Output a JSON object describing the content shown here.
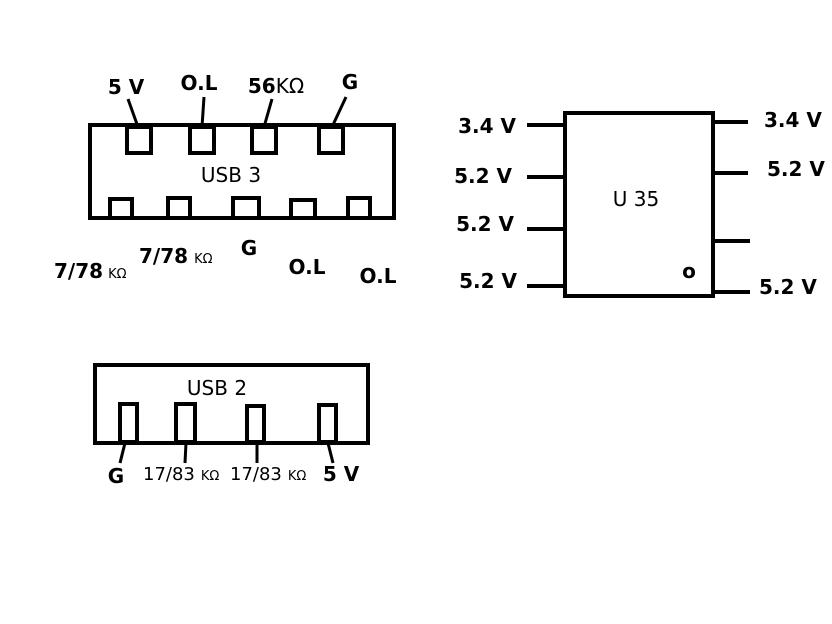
{
  "usb3": {
    "title": "USB 3",
    "top_pins": [
      {
        "value": "5 V",
        "unit": ""
      },
      {
        "value": "O.L",
        "unit": ""
      },
      {
        "value": "56",
        "unit": "KΩ"
      },
      {
        "value": "G",
        "unit": ""
      }
    ],
    "bottom_pins": [
      {
        "value": "7/78",
        "unit": "KΩ"
      },
      {
        "value": "7/78",
        "unit": "KΩ"
      },
      {
        "value": "G",
        "unit": ""
      },
      {
        "value": "O.L",
        "unit": ""
      },
      {
        "value": "O.L",
        "unit": ""
      }
    ]
  },
  "usb2": {
    "title": "USB 2",
    "pins": [
      {
        "value": "G",
        "unit": ""
      },
      {
        "value": "17/83",
        "unit": "KΩ"
      },
      {
        "value": "17/83",
        "unit": "KΩ"
      },
      {
        "value": "5 V",
        "unit": ""
      }
    ]
  },
  "u35": {
    "title": "U 35",
    "pin1_mark": "o",
    "left_pins": [
      "3.4 V",
      "5.2 V",
      "5.2 V",
      "5.2 V"
    ],
    "right_pins": [
      "3.4 V",
      "5.2 V",
      "",
      "5.2 V"
    ]
  }
}
